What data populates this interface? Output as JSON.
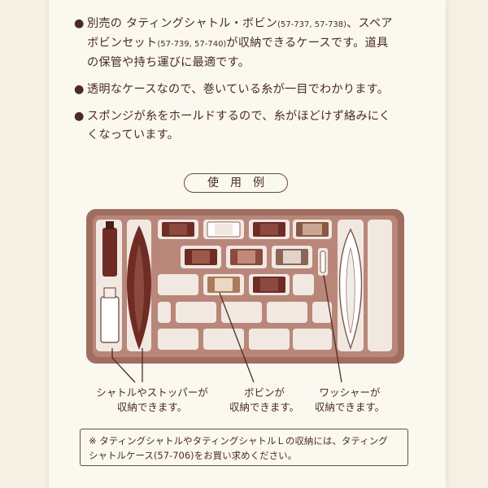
{
  "bullets": [
    {
      "line1_a": "別売の タティングシャトル・ボビン",
      "line1_code": "(57-737, 57-738)",
      "line1_b": "、スペア",
      "line2_a": "ボビンセット",
      "line2_code": "(57-739, 57-740)",
      "line2_b": "が収納できるケースです。道具",
      "line3": "の保管や持ち運びに最適です。"
    },
    {
      "line1": "透明なケースなので、巻いている糸が一目でわかります。"
    },
    {
      "line1": "スポンジが糸をホールドするので、糸がほどけず絡みにく",
      "line2": "くなっています。"
    }
  ],
  "bullet_mark": "●",
  "example_label": "使用例",
  "captions": {
    "shuttle": {
      "line1": "シャトルやストッパーが",
      "line2": "収納できます。"
    },
    "bobbin": {
      "line1": "ボビンが",
      "line2": "収納できます。"
    },
    "washer": {
      "line1": "ワッシャーが",
      "line2": "収納できます。"
    }
  },
  "note": {
    "line1": "※ タティングシャトルやタティングシャトルＬの収納には、タティング",
    "line2": "シャトルケース(57-706)をお買い求めください。"
  },
  "colors": {
    "case_frame": "#a06e60",
    "case_slot": "#f2e8e2",
    "dark_bobbin": "#6e2c25",
    "light_bobbin": "#d9c4a6",
    "text": "#4a2c22"
  }
}
